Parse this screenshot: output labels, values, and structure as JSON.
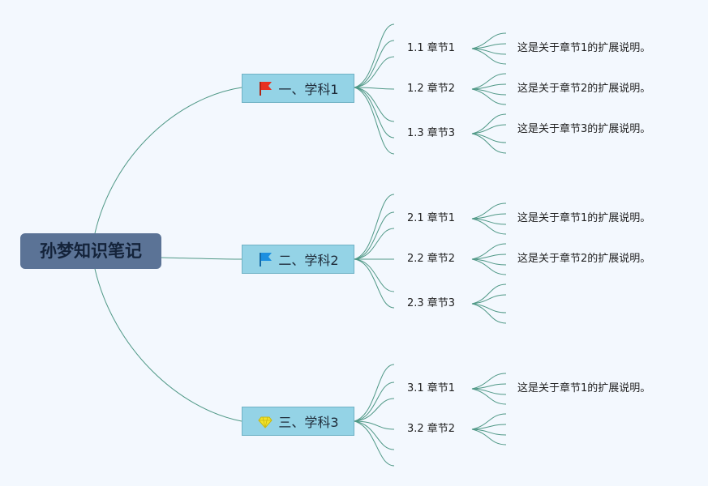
{
  "root": {
    "title": "孙梦知识笔记"
  },
  "subjects": [
    {
      "label": "一、学科1",
      "icon": "red-flag-icon",
      "icon_color": "#e8311f",
      "chapters": [
        {
          "label": "1.1 章节1",
          "note": "这是关于章节1的扩展说明。"
        },
        {
          "label": "1.2 章节2",
          "note": "这是关于章节2的扩展说明。"
        },
        {
          "label": "1.3 章节3",
          "note": "这是关于章节3的扩展说明。"
        }
      ]
    },
    {
      "label": "二、学科2",
      "icon": "blue-flag-icon",
      "icon_color": "#1d8fe0",
      "chapters": [
        {
          "label": "2.1 章节1",
          "note": "这是关于章节1的扩展说明。"
        },
        {
          "label": "2.2 章节2",
          "note": "这是关于章节2的扩展说明。"
        },
        {
          "label": "2.3 章节3",
          "note": ""
        }
      ]
    },
    {
      "label": "三、学科3",
      "icon": "diamond-icon",
      "icon_color": "#f2e32a",
      "chapters": [
        {
          "label": "3.1 章节1",
          "note": "这是关于章节1的扩展说明。"
        },
        {
          "label": "3.2 章节2",
          "note": ""
        }
      ]
    }
  ]
}
